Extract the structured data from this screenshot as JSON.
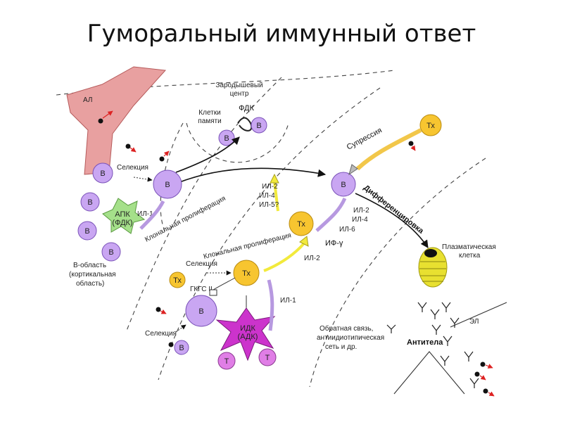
{
  "title": "Гуморальный иммунный ответ",
  "labels": {
    "al": "АЛ",
    "germinal_center_1": "Зародышевый",
    "germinal_center_2": "центр",
    "fdk": "ФДК",
    "memory_cells_1": "Клетки",
    "memory_cells_2": "памяти",
    "selection_top": "Селекция",
    "apk_1": "АПК",
    "apk_2": "(ФДК)",
    "il1_left": "ИЛ-1",
    "clonal_prolif_1": "Клональная пролиферация",
    "b_region_1": "В-область",
    "b_region_2": "(кортикальная",
    "b_region_3": "область)",
    "suppression": "Супрессия",
    "differentiation": "Дифференцировка",
    "il2_top": "ИЛ-2",
    "il4_top": "ИЛ-4",
    "il5_top": "ИЛ-5?",
    "il2_right": "ИЛ-2",
    "il4_right": "ИЛ-4",
    "il6_right": "ИЛ-6",
    "if_gamma": "ИФ-γ",
    "plasma_cell_1": "Плазматическая",
    "plasma_cell_2": "клетка",
    "clonal_prolif_2": "Клональная пролиферация",
    "selection_mid": "Селекция",
    "il2_mid": "ИЛ-2",
    "gkgs": "ГКГС II",
    "il1_mid": "ИЛ-1",
    "idk_1": "ИДК",
    "idk_2": "(АДК)",
    "selection_low": "Селекция",
    "feedback_1": "Обратная связь,",
    "feedback_2": "антиидиотипическая",
    "feedback_3": "сеть и др.",
    "el": "ЭЛ",
    "antibodies": "Антитела"
  },
  "cells": {
    "b": "В",
    "th": "Тх",
    "t": "Т"
  },
  "colors": {
    "b_cell": "#c9a6f2",
    "b_cell_stroke": "#7a52b8",
    "apc": "#a5e08a",
    "th_cell": "#f7c530",
    "idk": "#cc33cc",
    "t_cell": "#e07ee6",
    "vessel": "#e8a0a0",
    "plasma": "#e8e030",
    "arrow_yellow": "#f2ea3c",
    "arrow_purple": "#b799e0"
  }
}
